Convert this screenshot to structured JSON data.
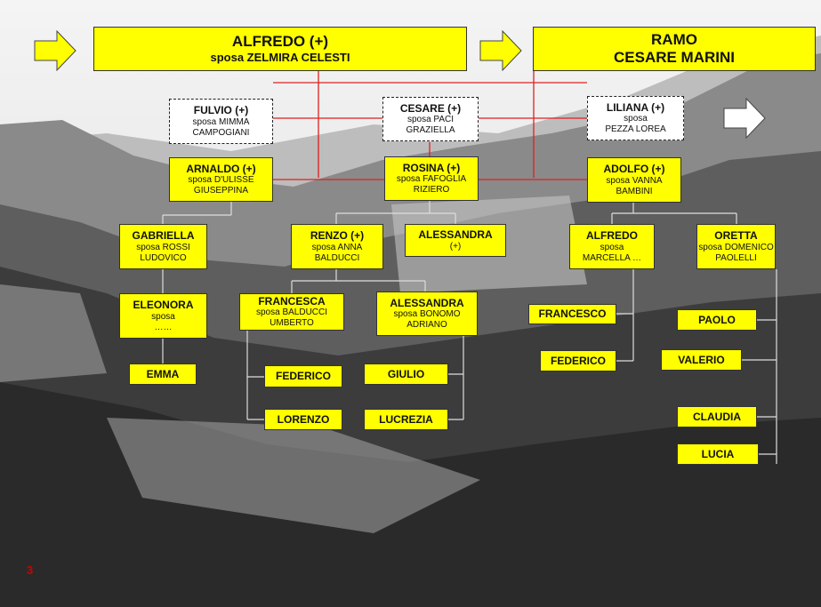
{
  "header": {
    "main": {
      "name": "ALFREDO (+)",
      "spouse": "sposa  ZELMIRA CELESTI"
    },
    "branch": {
      "line1": "RAMO",
      "line2": "CESARE MARINI"
    }
  },
  "people": {
    "fulvio": {
      "name": "FULVIO (+)",
      "l1": "sposa MIMMA",
      "l2": "CAMPOGIANI"
    },
    "cesare": {
      "name": "CESARE (+)",
      "l1": "sposa PACI",
      "l2": "GRAZIELLA"
    },
    "liliana": {
      "name": "LILIANA  (+)",
      "l1": "sposa",
      "l2": "PEZZA LOREA"
    },
    "arnaldo": {
      "name": "ARNALDO (+)",
      "l1": "sposa D'ULISSE",
      "l2": "GIUSEPPINA"
    },
    "rosina": {
      "name": "ROSINA (+)",
      "l1": "sposa FAFOGLIA",
      "l2": "RIZIERO"
    },
    "adolfo": {
      "name": "ADOLFO (+)",
      "l1": "sposa VANNA",
      "l2": "BAMBINI"
    },
    "gabriella": {
      "name": "GABRIELLA",
      "l1": "sposa ROSSI",
      "l2": "LUDOVICO"
    },
    "renzo": {
      "name": "RENZO (+)",
      "l1": "sposa ANNA",
      "l2": "BALDUCCI"
    },
    "alessandra1": {
      "name": "ALESSANDRA",
      "l1": "(+)"
    },
    "alfredo2": {
      "name": "ALFREDO",
      "l1": "sposa",
      "l2": "MARCELLA …"
    },
    "oretta": {
      "name": "ORETTA",
      "l1": "sposa DOMENICO",
      "l2": "PAOLELLI"
    },
    "eleonora": {
      "name": "ELEONORA",
      "l1": "sposa",
      "l2": "……"
    },
    "francesca": {
      "name": "FRANCESCA",
      "l1": "sposa BALDUCCI",
      "l2": "UMBERTO"
    },
    "alessandra2": {
      "name": "ALESSANDRA",
      "l1": "sposa BONOMO",
      "l2": "ADRIANO"
    },
    "francesco": {
      "name": "FRANCESCO"
    },
    "federico1": {
      "name": "FEDERICO"
    },
    "paolo": {
      "name": "PAOLO"
    },
    "valerio": {
      "name": "VALERIO"
    },
    "emma": {
      "name": "EMMA"
    },
    "federico2": {
      "name": "FEDERICO"
    },
    "giulio": {
      "name": "GIULIO"
    },
    "lorenzo": {
      "name": "LORENZO"
    },
    "lucrezia": {
      "name": "LUCREZIA"
    },
    "claudia": {
      "name": "CLAUDIA"
    },
    "lucia": {
      "name": "LUCIA"
    }
  },
  "page_number": "3",
  "colors": {
    "box": "#ffff00",
    "line_red": "#e02020",
    "line_gray": "#dddddd",
    "page_number": "#d00000"
  }
}
